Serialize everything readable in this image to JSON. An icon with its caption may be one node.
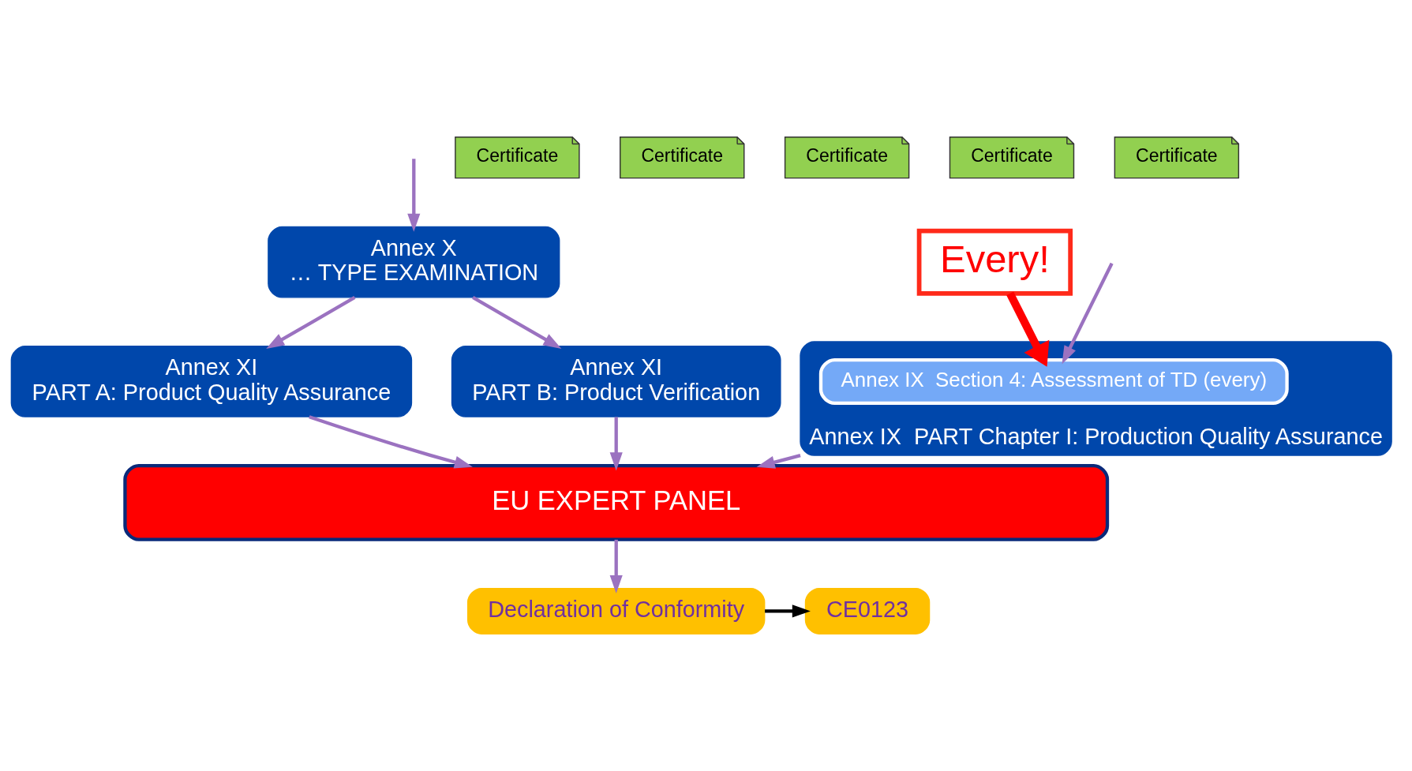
{
  "diagram": {
    "nodes": [
      {
        "text": [
          "Annex IX  PART Chapter I: Production Quality Assurance"
        ]
      },
      {
        "text": [
          "Annex IX  Section 4: Assessment of TD (every)"
        ],
        "in": 0
      },
      {
        "text": [
          "Certificate"
        ]
      },
      {
        "text": [
          "Certificate"
        ]
      },
      {
        "text": [
          "Annex X",
          "… TYPE EXAMINATION"
        ]
      },
      {
        "text": [
          "Certificate"
        ]
      },
      {
        "text": [
          "Annex XI",
          "PART A: Product Quality Assurance"
        ]
      },
      {
        "text": [
          "Certificate"
        ]
      },
      {
        "text": [
          "Annex XI",
          "PART B: Product Verification"
        ]
      },
      {
        "text": [
          "Certificate"
        ]
      },
      {
        "text": [
          "Every!"
        ]
      },
      {
        "text": [
          "EU EXPERT PANEL"
        ]
      },
      {
        "text": [
          "Declaration of Conformity"
        ]
      },
      {
        "text": [
          "CE0123"
        ]
      }
    ],
    "edges": [
      {
        "from": null,
        "to": 1,
        "arrow": "to"
      },
      {
        "from": null,
        "to": 4,
        "arrow": "to"
      },
      {
        "from": 4,
        "to": 6,
        "arrow": "to"
      },
      {
        "from": 4,
        "to": 8,
        "arrow": "to"
      },
      {
        "from": 0,
        "to": 11,
        "arrow": "to"
      },
      {
        "from": 6,
        "to": 11,
        "arrow": "to"
      },
      {
        "from": 8,
        "to": 11,
        "arrow": "to"
      },
      {
        "from": 11,
        "to": 12,
        "arrow": "to"
      },
      {
        "from": 12,
        "to": 13,
        "arrow": "to",
        "color": "#000000"
      },
      {
        "from": 10,
        "to": 1,
        "arrow": "to",
        "style": "thick",
        "color": "#ff0000"
      }
    ]
  }
}
